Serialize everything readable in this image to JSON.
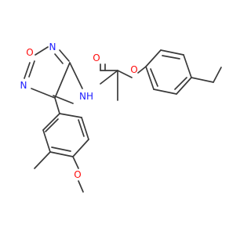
{
  "colors": {
    "bond": "#3a3a3a",
    "carbon": "#3a3a3a",
    "nitrogen": "#2020ff",
    "oxygen": "#ff0d0d"
  },
  "atoms": {
    "ring_o": "O",
    "ring_n_top": "N",
    "ring_n_left": "N",
    "amide_nh": "NH",
    "carbonyl_o": "O",
    "ether_o": "O",
    "methoxy_o": "O"
  }
}
